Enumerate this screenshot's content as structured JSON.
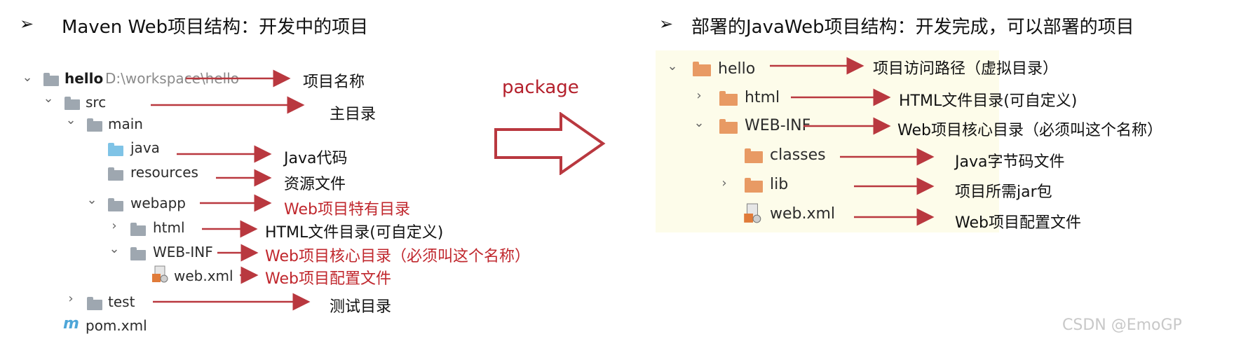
{
  "left": {
    "heading": "Maven Web项目结构：开发中的项目",
    "tree": [
      {
        "id": "hello",
        "text": "hello",
        "path": "D:\\workspace\\hello"
      },
      {
        "id": "src",
        "text": "src"
      },
      {
        "id": "main",
        "text": "main"
      },
      {
        "id": "java",
        "text": "java"
      },
      {
        "id": "resources",
        "text": "resources"
      },
      {
        "id": "webapp",
        "text": "webapp"
      },
      {
        "id": "html",
        "text": "html"
      },
      {
        "id": "webinf",
        "text": "WEB-INF"
      },
      {
        "id": "webxml",
        "text": "web.xml"
      },
      {
        "id": "test",
        "text": "test"
      },
      {
        "id": "pom",
        "text": "pom.xml"
      }
    ],
    "labels": {
      "hello": "项目名称",
      "src": "主目录",
      "java": "Java代码",
      "resources": "资源文件",
      "webapp": "Web项目特有目录",
      "html": "HTML文件目录(可自定义)",
      "webinf": "Web项目核心目录（必须叫这个名称）",
      "webxml": "Web项目配置文件",
      "test": "测试目录"
    }
  },
  "middle": {
    "package_label": "package"
  },
  "right": {
    "heading": "部署的JavaWeb项目结构：开发完成，可以部署的项目",
    "tree": [
      {
        "id": "hello",
        "text": "hello"
      },
      {
        "id": "html",
        "text": "html"
      },
      {
        "id": "webinf",
        "text": "WEB-INF"
      },
      {
        "id": "classes",
        "text": "classes"
      },
      {
        "id": "lib",
        "text": "lib"
      },
      {
        "id": "webxml",
        "text": "web.xml"
      }
    ],
    "labels": {
      "hello": "项目访问路径（虚拟目录）",
      "html": "HTML文件目录(可自定义)",
      "webinf": "Web项目核心目录（必须叫这个名称）",
      "classes": "Java字节码文件",
      "lib": "项目所需jar包",
      "webxml": "Web项目配置文件"
    }
  },
  "watermark": "CSDN @EmoGP",
  "colors": {
    "arrow": "#b9383f",
    "label_red": "#c0272d",
    "folder_gray": "#9ea7b0",
    "folder_blue": "#7fc3e6",
    "folder_orange": "#e89a64",
    "panel_bg": "#fdfcea"
  }
}
